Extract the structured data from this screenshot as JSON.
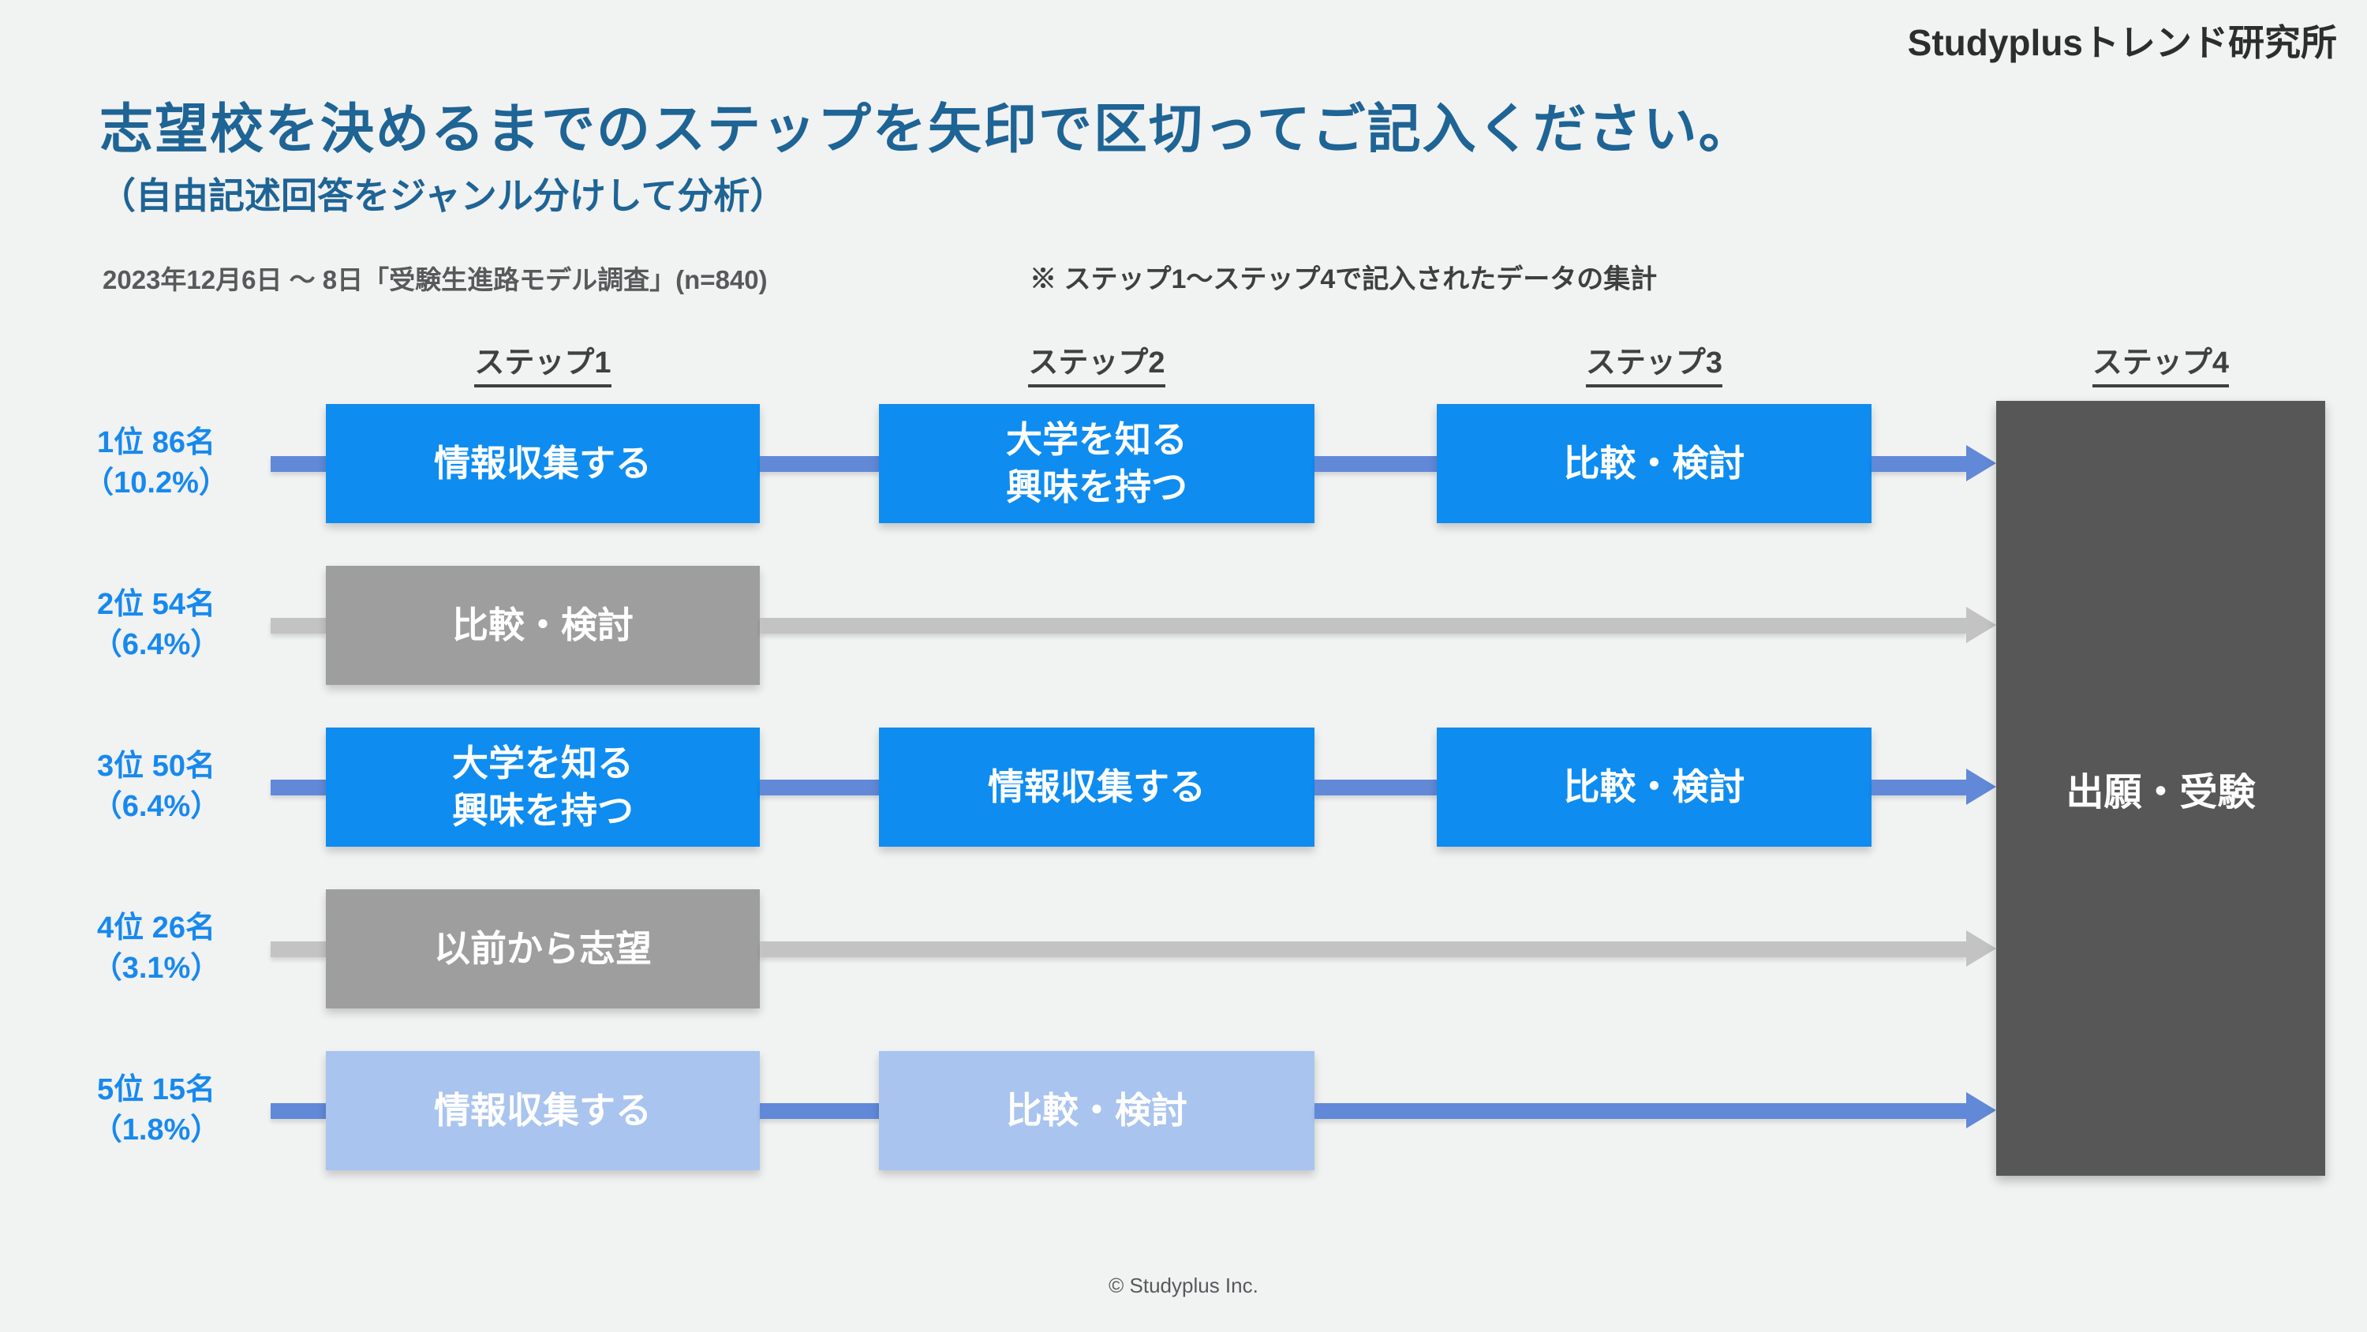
{
  "page": {
    "logo": "Studyplusトレンド研究所",
    "title": "志望校を決めるまでのステップを矢印で区切ってご記入ください。",
    "subtitle": "（自由記述回答をジャンル分けして分析）",
    "survey_info": "2023年12月6日 〜 8日「受験生進路モデル調査」(n=840)",
    "note": "※ ステップ1〜ステップ4で記入されたデータの集計",
    "footer": "© Studyplus Inc."
  },
  "columns": [
    "ステップ1",
    "ステップ2",
    "ステップ3",
    "ステップ4"
  ],
  "final_step": {
    "label": "出願・受験"
  },
  "rows": [
    {
      "rank": "1位 86名",
      "percent": "（10.2%）",
      "variant": "blue",
      "steps": [
        {
          "label": "情報収集する"
        },
        {
          "label": "大学を知る\n興味を持つ"
        },
        {
          "label": "比較・検討"
        }
      ]
    },
    {
      "rank": "2位 54名",
      "percent": "（6.4%）",
      "variant": "gray",
      "steps": [
        {
          "label": "比較・検討"
        }
      ]
    },
    {
      "rank": "3位 50名",
      "percent": "（6.4%）",
      "variant": "blue",
      "steps": [
        {
          "label": "大学を知る\n興味を持つ"
        },
        {
          "label": "情報収集する"
        },
        {
          "label": "比較・検討"
        }
      ]
    },
    {
      "rank": "4位 26名",
      "percent": "（3.1%）",
      "variant": "gray",
      "steps": [
        {
          "label": "以前から志望"
        }
      ]
    },
    {
      "rank": "5位 15名",
      "percent": "（1.8%）",
      "variant": "light_blue",
      "steps": [
        {
          "label": "情報収集する"
        },
        {
          "label": "比較・検討"
        }
      ]
    }
  ],
  "colors": {
    "background": "#F1F2F2",
    "title_blue": "#1E6495",
    "rank_label_blue": "#1789EE",
    "step_box_blue": "#0E8CF0",
    "step_box_light_blue": "#A9C4EE",
    "step_box_gray": "#9E9E9E",
    "connector_blue": "#6189D8",
    "connector_gray": "#C3C3C3",
    "final_box_dark": "#575757"
  }
}
